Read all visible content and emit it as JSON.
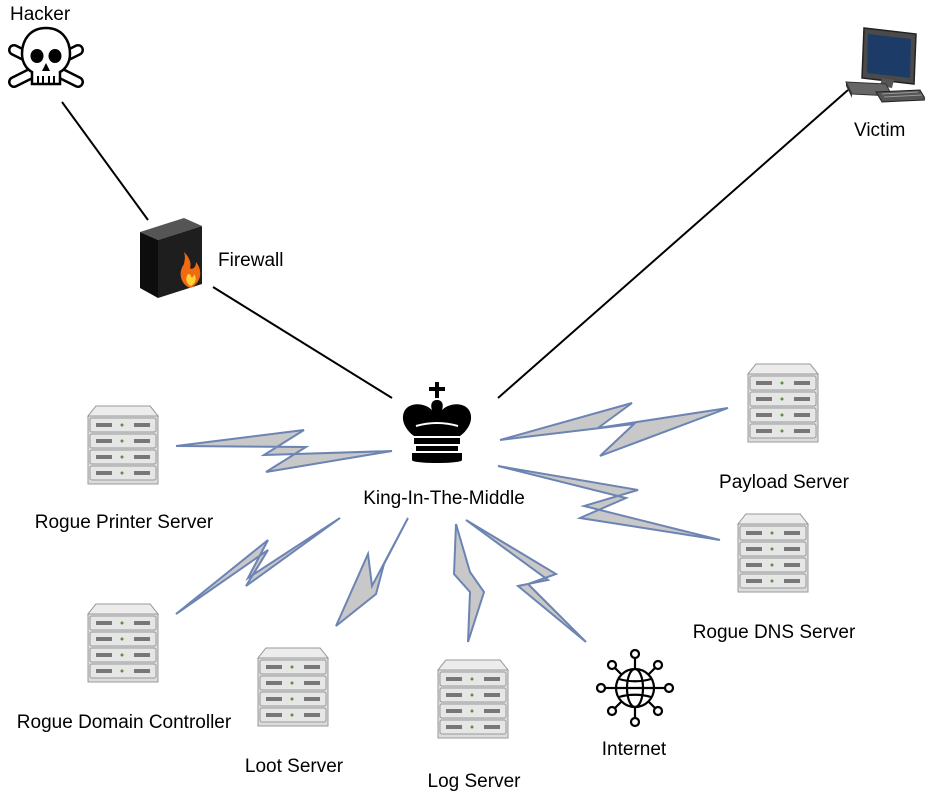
{
  "nodes": {
    "hacker": "Hacker",
    "victim": "Victim",
    "firewall": "Firewall",
    "king": "King-In-The-Middle",
    "rogue_printer": "Rogue Printer Server",
    "payload": "Payload Server",
    "rogue_dns": "Rogue DNS Server",
    "rogue_dc": "Rogue Domain Controller",
    "loot": "Loot Server",
    "log": "Log Server",
    "internet": "Internet"
  },
  "icons": {
    "hacker": "skull-crossbones-icon",
    "victim": "desktop-computer-icon",
    "firewall": "firewall-icon",
    "king": "chess-king-icon",
    "server": "server-rack-icon",
    "internet": "globe-network-icon"
  },
  "colors": {
    "bolt_fill": "#c8c8c8",
    "bolt_stroke": "#6c84b4",
    "line": "#000000"
  }
}
